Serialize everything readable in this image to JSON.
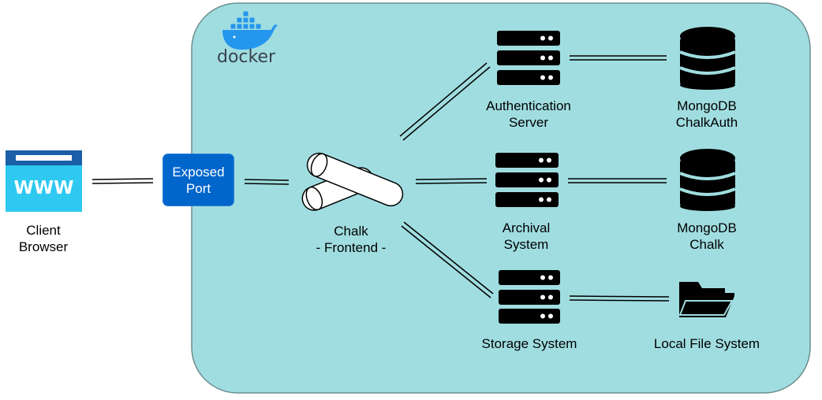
{
  "docker": {
    "logo_text": "docker"
  },
  "client": {
    "icon_text": "WWW",
    "label_line1": "Client",
    "label_line2": "Browser"
  },
  "exposed_port": {
    "line1": "Exposed",
    "line2": "Port"
  },
  "frontend": {
    "label_line1": "Chalk",
    "label_line2": "- Frontend -"
  },
  "auth_server": {
    "label_line1": "Authentication",
    "label_line2": "Server"
  },
  "archival": {
    "label_line1": "Archival",
    "label_line2": "System"
  },
  "storage": {
    "label": "Storage System"
  },
  "mongo_auth": {
    "label_line1": "MongoDB",
    "label_line2": "ChalkAuth"
  },
  "mongo_chalk": {
    "label_line1": "MongoDB",
    "label_line2": "Chalk"
  },
  "local_fs": {
    "label": "Local File System"
  },
  "colors": {
    "container_fill": "#a0dde0",
    "container_stroke": "#6c8e8e",
    "exposed_port_fill": "#0066cc",
    "browser_header": "#1a5fa8",
    "browser_body": "#2ec8f0",
    "docker_blue": "#2496ed"
  }
}
